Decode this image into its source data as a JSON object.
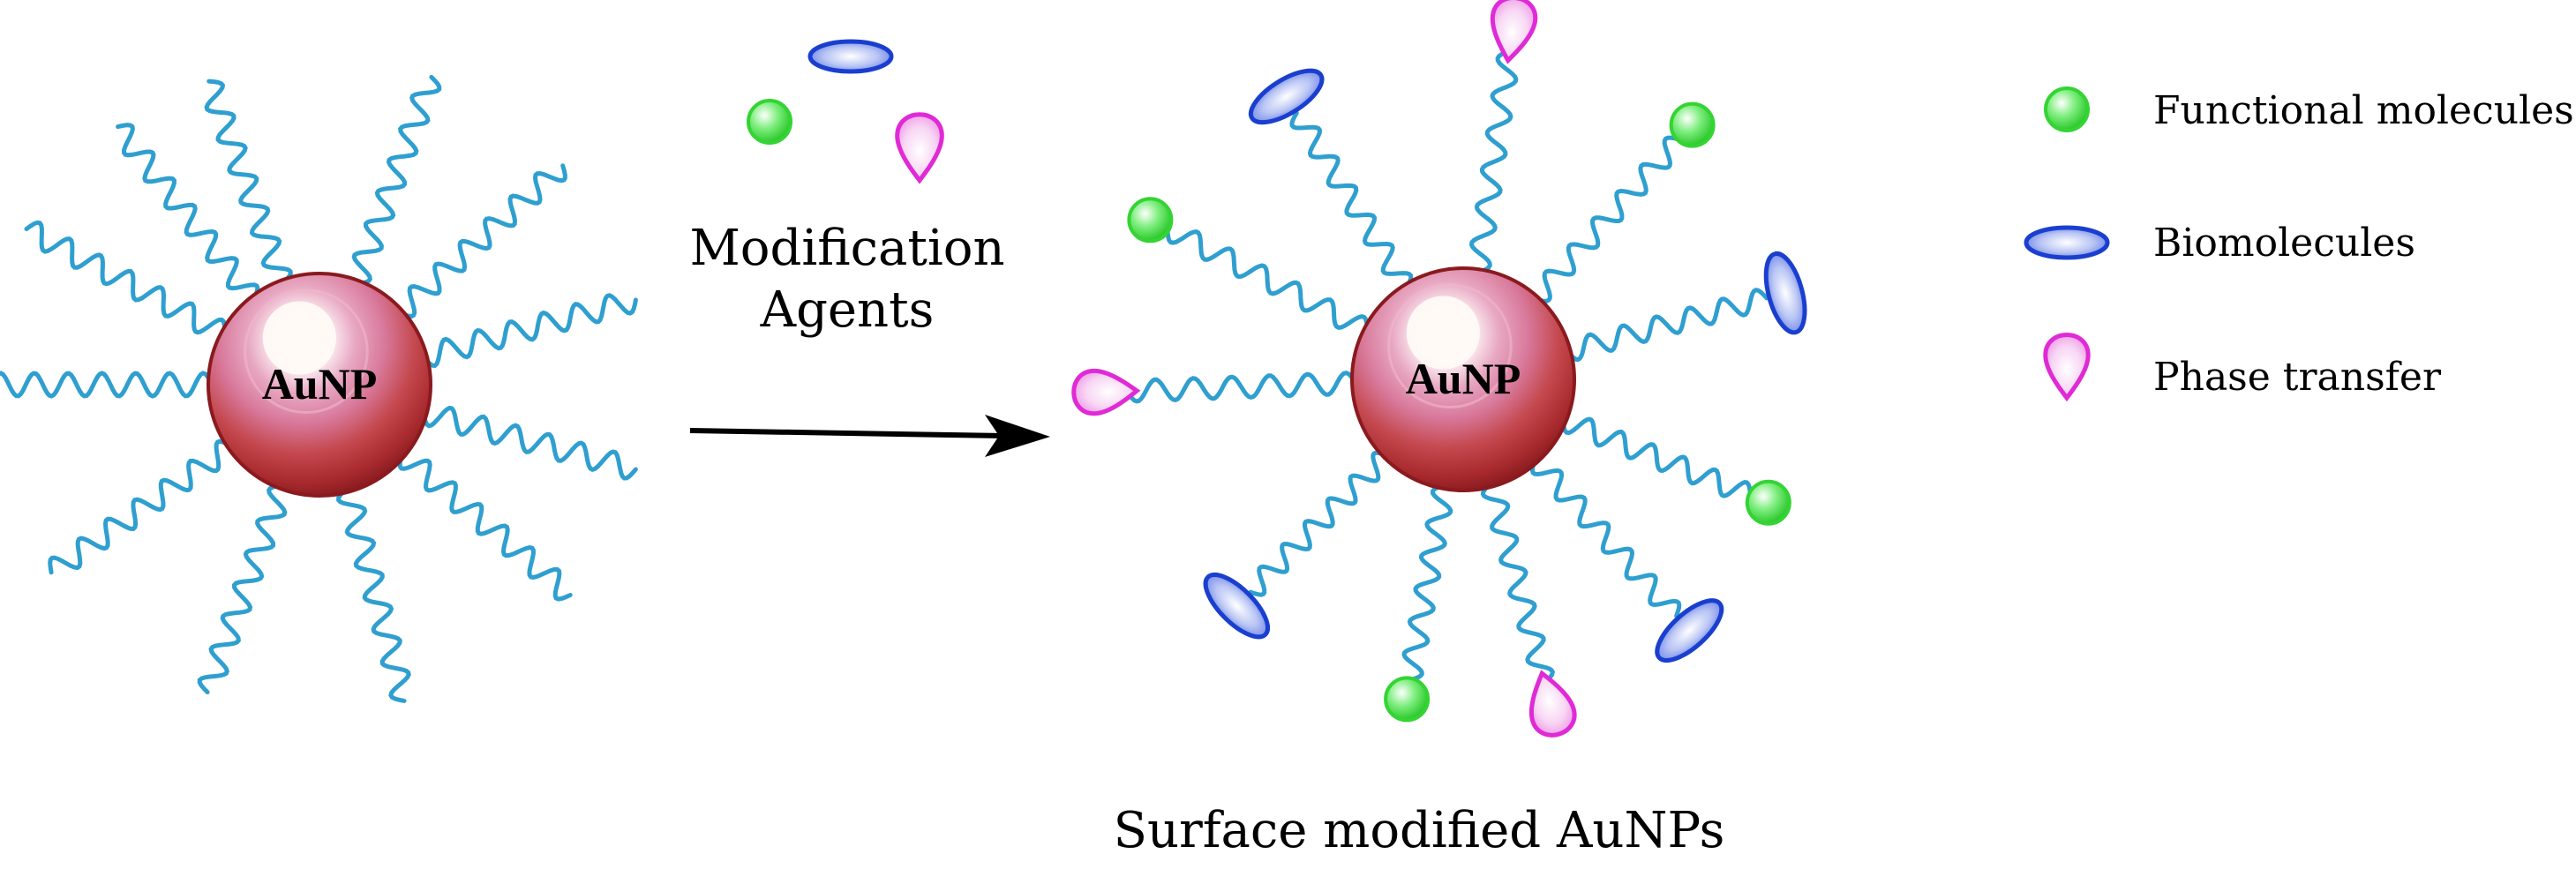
{
  "left_particle": {
    "label": "AuNP"
  },
  "right_particle": {
    "label": "AuNP"
  },
  "modification_agents": {
    "line1": "Modification",
    "line2": "Agents"
  },
  "caption": "Surface modified AuNPs",
  "legend": [
    {
      "icon": "green-sphere-icon",
      "label": "Functional molecules"
    },
    {
      "icon": "blue-ellipse-icon",
      "label": "Biomolecules"
    },
    {
      "icon": "magenta-drop-icon",
      "label": "Phase transfer"
    }
  ],
  "colors": {
    "ligand": "#2f9fd0",
    "functional": "#33d433",
    "biomolecule": "#1a3fcf",
    "phase_transfer": "#e02ad6",
    "core": "#b8283a"
  }
}
